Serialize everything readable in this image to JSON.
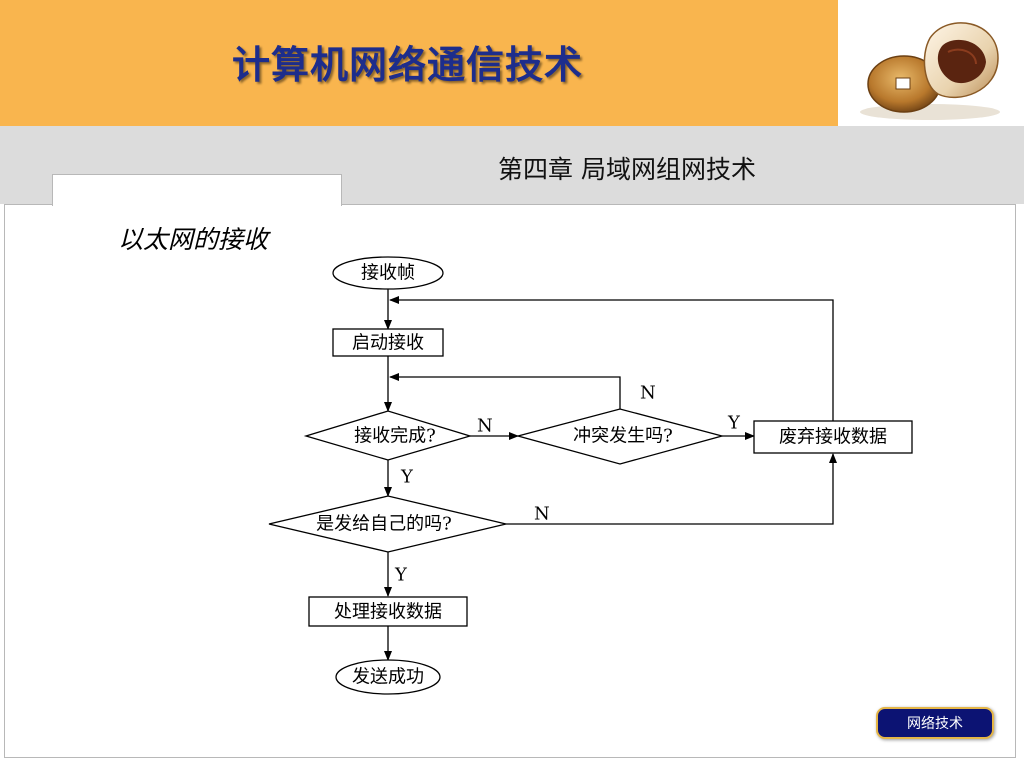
{
  "header": {
    "course_title": "计算机网络通信技术",
    "accent_color": "#f9b54e",
    "title_color": "#1d2d8c"
  },
  "logo": {
    "icon": "coin-and-shell-icon"
  },
  "chapter_title": "第四章  局域网组网技术",
  "section_title": "以太网的接收",
  "flowchart": {
    "nodes": {
      "start": "接收帧",
      "start_receive": "启动接收",
      "receive_complete": "接收完成?",
      "collision": "冲突发生吗?",
      "discard": "废弃接收数据",
      "for_self": "是发给自己的吗?",
      "process": "处理接收数据",
      "success": "发送成功"
    },
    "labels": {
      "complete_no": "N",
      "collision_no": "N",
      "collision_yes": "Y",
      "complete_yes": "Y",
      "self_no": "N",
      "self_yes": "Y"
    }
  },
  "footer_badge": "网络技术"
}
